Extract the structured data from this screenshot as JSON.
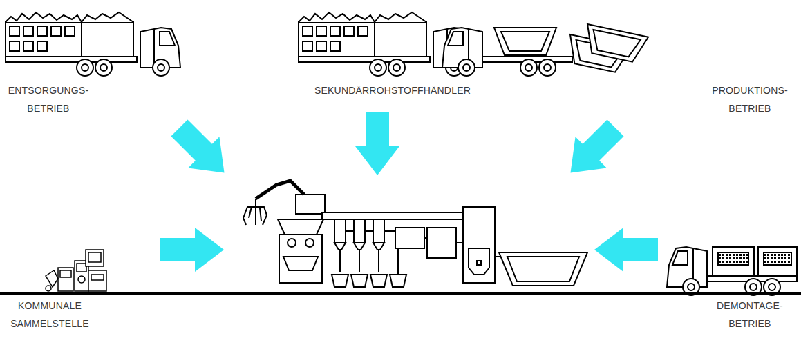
{
  "diagram": {
    "labels": [
      "ENTSORGUNGS- BETRIEB",
      "SEKUNDÄRROHSTOFFHÄNDLER",
      "PRODUKTIONS- BETRIEB",
      "KOMMUNALE SAMMELSTELLE",
      "DEMONTAGE- BETRIEB"
    ]
  }
}
